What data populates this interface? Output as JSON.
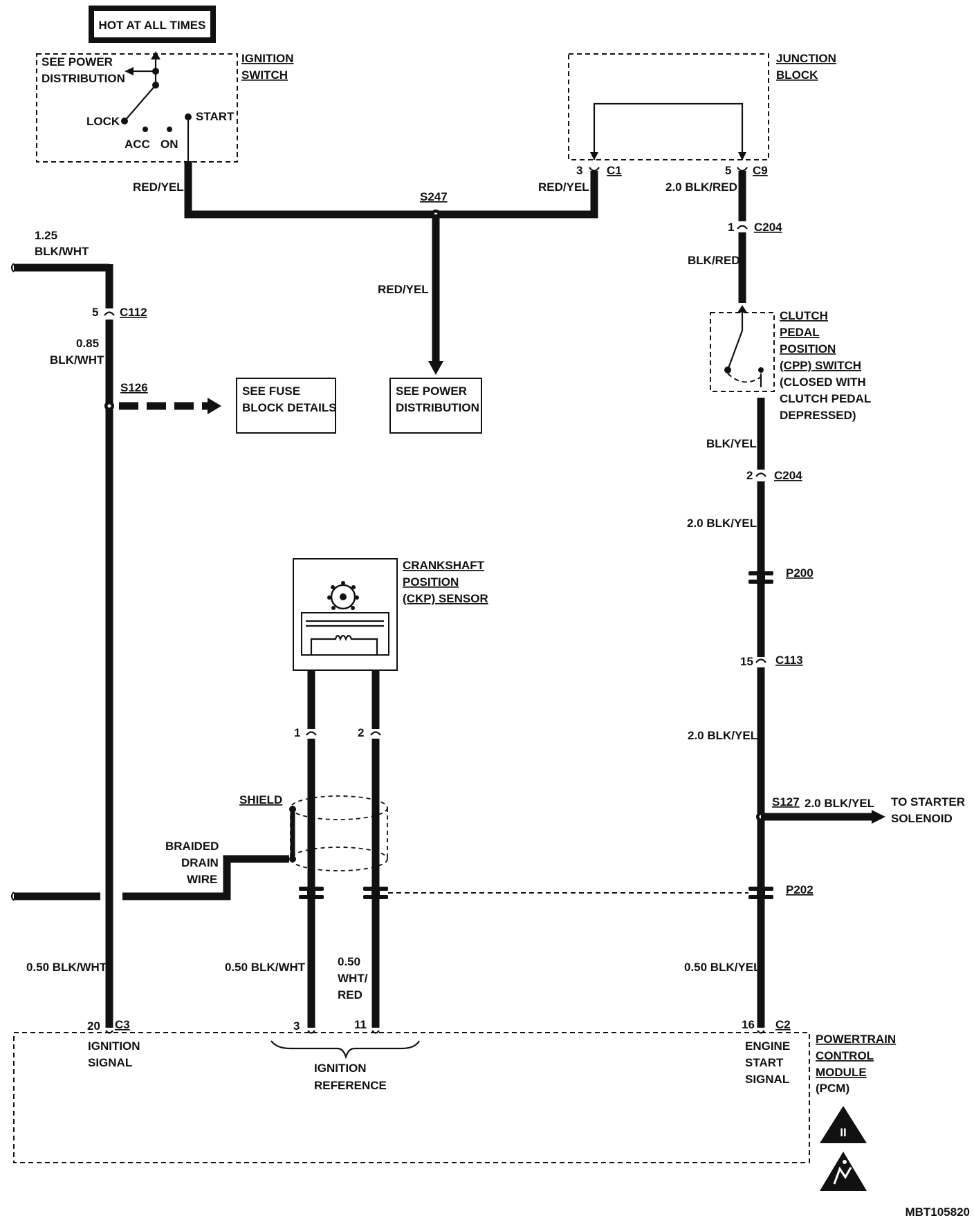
{
  "header": {
    "hot_label": "HOT AT ALL TIMES"
  },
  "ignition_switch": {
    "title_1": "IGNITION",
    "title_2": "SWITCH",
    "see_1": "SEE POWER",
    "see_2": "DISTRIBUTION",
    "lock": "LOCK",
    "acc": "ACC",
    "on": "ON",
    "start": "START"
  },
  "junction_block": {
    "title_1": "JUNCTION",
    "title_2": "BLOCK"
  },
  "wires": {
    "red_yel_1": "RED/YEL",
    "red_yel_2": "RED/YEL",
    "red_yel_3": "RED/YEL",
    "blk_red_20": "2.0 BLK/RED",
    "blk_red": "BLK/RED",
    "blk_wht_125_1": "1.25",
    "blk_wht_125_2": "BLK/WHT",
    "blk_wht_085_1": "0.85",
    "blk_wht_085_2": "BLK/WHT",
    "blk_yel": "BLK/YEL",
    "blk_yel_20_a": "2.0 BLK/YEL",
    "blk_yel_20_b": "2.0 BLK/YEL",
    "blk_yel_20_c": "2.0 BLK/YEL",
    "blk_wht_050_a": "0.50 BLK/WHT",
    "blk_wht_050_b": "0.50 BLK/WHT",
    "wht_red_1": "0.50",
    "wht_red_2": "WHT/",
    "wht_red_3": "RED",
    "blk_yel_050": "0.50 BLK/YEL"
  },
  "connectors": {
    "c1_pin": "3",
    "c1": "C1",
    "c9_pin": "5",
    "c9": "C9",
    "c204_pin1": "1",
    "c204_a": "C204",
    "c204_pin2": "2",
    "c204_b": "C204",
    "c112_pin": "5",
    "c112": "C112",
    "c113_pin": "15",
    "c113": "C113",
    "ckp_pin1": "1",
    "ckp_pin2": "2",
    "p200": "P200",
    "p202": "P202",
    "c3_pin": "20",
    "c3": "C3",
    "ign_ref_pin_a": "3",
    "ign_ref_pin_b": "11",
    "c2_pin": "16",
    "c2": "C2"
  },
  "splices": {
    "s247": "S247",
    "s126": "S126",
    "s127": "S127"
  },
  "boxes": {
    "fuse_1": "SEE FUSE",
    "fuse_2": "BLOCK DETAILS",
    "power_1": "SEE POWER",
    "power_2": "DISTRIBUTION"
  },
  "cpp_switch": {
    "l1": "CLUTCH",
    "l2": "PEDAL",
    "l3": "POSITION",
    "l4": "(CPP) SWITCH",
    "l5": "(CLOSED WITH",
    "l6": "CLUTCH PEDAL",
    "l7": "DEPRESSED)"
  },
  "ckp_sensor": {
    "l1": "CRANKSHAFT",
    "l2": "POSITION",
    "l3": "(CKP) SENSOR"
  },
  "shield": {
    "shield": "SHIELD",
    "drain_1": "BRAIDED",
    "drain_2": "DRAIN",
    "drain_3": "WIRE"
  },
  "starter": {
    "wire": "2.0 BLK/YEL",
    "to_1": "TO STARTER",
    "to_2": "SOLENOID"
  },
  "pcm": {
    "ign_signal_1": "IGNITION",
    "ign_signal_2": "SIGNAL",
    "ign_ref_1": "IGNITION",
    "ign_ref_2": "REFERENCE",
    "eng_start_1": "ENGINE",
    "eng_start_2": "START",
    "eng_start_3": "SIGNAL",
    "title_1": "POWERTRAIN",
    "title_2": "CONTROL",
    "title_3": "MODULE",
    "title_4": "(PCM)",
    "warning_mark": "II"
  },
  "figure_id": "MBT105820"
}
